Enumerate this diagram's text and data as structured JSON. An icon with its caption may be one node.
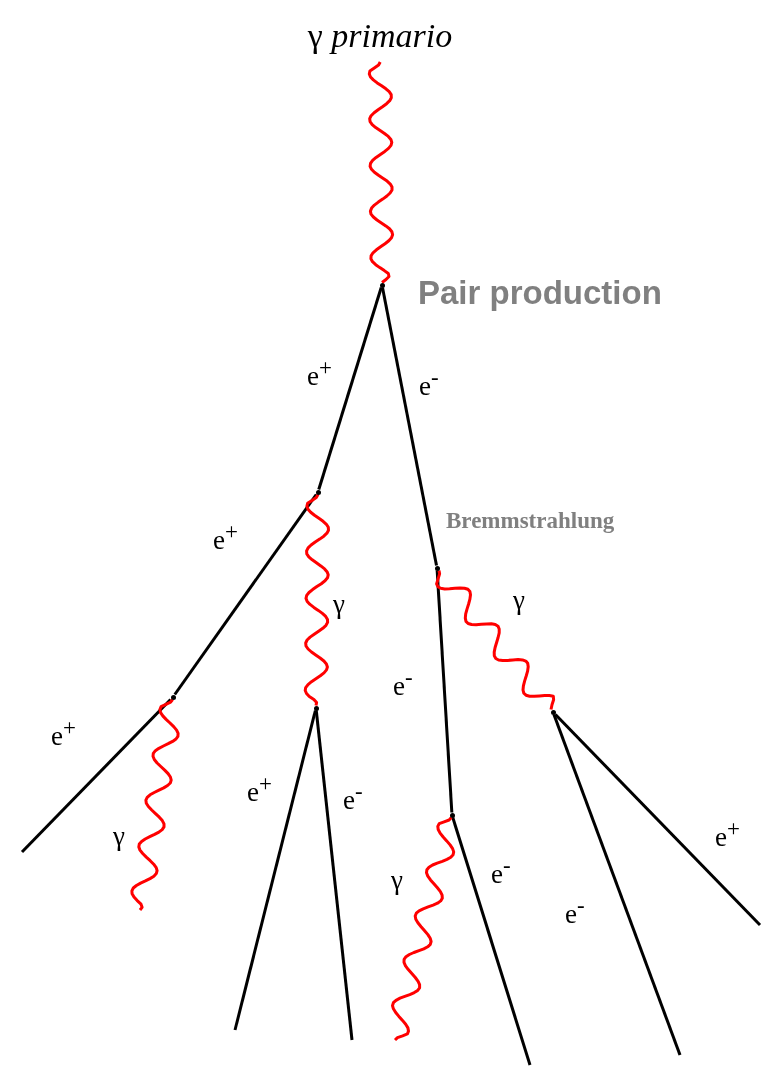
{
  "diagram": {
    "nodes": [
      {
        "text": [
          "γ *primario*"
        ]
      },
      {
        "text": [],
        "shape": "point",
        "beside": [
          "Pair production"
        ]
      },
      {
        "text": [],
        "shape": "point"
      },
      {
        "text": [],
        "shape": "point",
        "beside": [
          "Bremmstrahlung"
        ]
      },
      {
        "text": [],
        "shape": "point"
      },
      {
        "text": [],
        "shape": "point"
      },
      {
        "text": [],
        "shape": "point"
      },
      {
        "text": [],
        "shape": "point"
      }
    ],
    "edges": [
      {
        "from": 0,
        "to": 1,
        "arrow": "none",
        "color": "#ff0000"
      },
      {
        "from": 1,
        "to": 2,
        "arrow": "none",
        "label": "e$^{+}$"
      },
      {
        "from": 1,
        "to": 3,
        "arrow": "none",
        "label": "e$^{-}$"
      },
      {
        "from": 2,
        "to": 4,
        "arrow": "none",
        "label": "e$^{+}$"
      },
      {
        "from": 2,
        "to": 5,
        "arrow": "none",
        "label": "γ",
        "color": "#ff0000"
      },
      {
        "from": 4,
        "to": null,
        "arrow": "none",
        "label": "e$^{+}$"
      },
      {
        "from": 4,
        "to": null,
        "arrow": "none",
        "label": "γ",
        "color": "#ff0000"
      },
      {
        "from": 5,
        "to": null,
        "arrow": "none",
        "label": "e$^{+}$"
      },
      {
        "from": 5,
        "to": null,
        "arrow": "none",
        "label": "e$^{-}$"
      },
      {
        "from": 3,
        "to": 6,
        "arrow": "none",
        "label": "e$^{-}$"
      },
      {
        "from": 3,
        "to": 7,
        "arrow": "none",
        "label": "γ",
        "color": "#ff0000"
      },
      {
        "from": 6,
        "to": null,
        "arrow": "none",
        "label": "e$^{-}$"
      },
      {
        "from": 6,
        "to": null,
        "arrow": "none",
        "label": "γ",
        "color": "#ff0000"
      },
      {
        "from": 7,
        "to": null,
        "arrow": "none",
        "label": "e$^{-}$"
      },
      {
        "from": 7,
        "to": null,
        "arrow": "none",
        "label": "e$^{+}$"
      }
    ]
  }
}
